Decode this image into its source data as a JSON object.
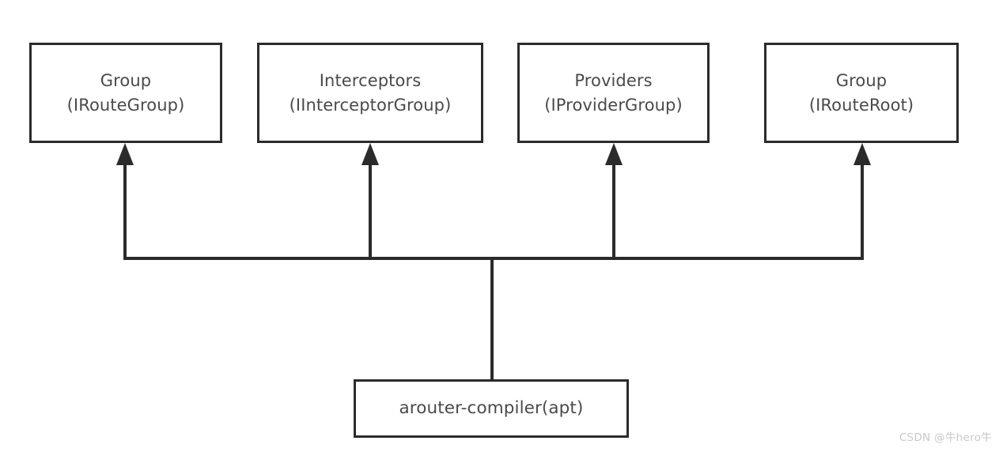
{
  "diagram": {
    "background_color": "#ffffff",
    "stroke_color": "#2b2b2b",
    "text_color": "#4a4a4a",
    "top_nodes": [
      {
        "line1": "Group",
        "line2": "(IRouteGroup)"
      },
      {
        "line1": "Interceptors",
        "line2": "(IInterceptorGroup)"
      },
      {
        "line1": "Providers",
        "line2": "(IProviderGroup)"
      },
      {
        "line1": "Group",
        "line2": "(IRouteRoot)"
      }
    ],
    "bottom_node": {
      "label": "arouter-compiler(apt)"
    },
    "watermark": "CSDN @牛hero牛"
  }
}
